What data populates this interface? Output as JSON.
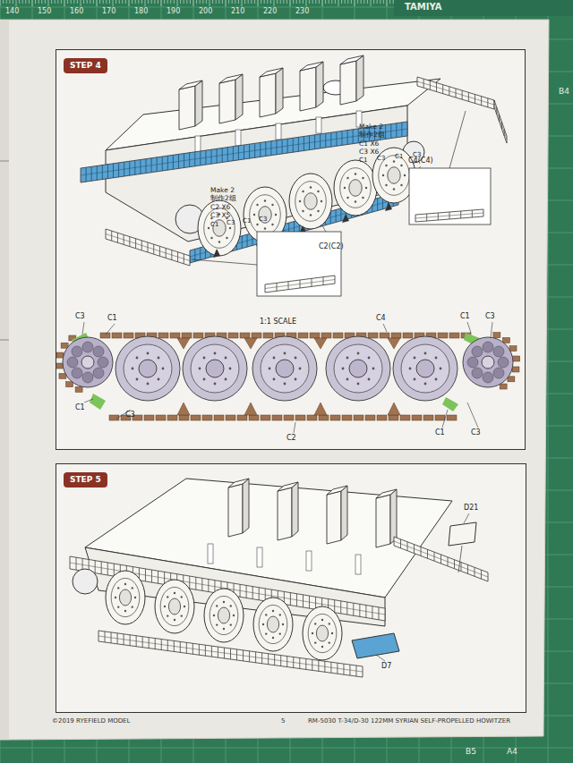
{
  "diagram": {
    "nodes": [
      {
        "text": [
          "STEP 4"
        ]
      },
      {
        "text": [
          "Make 2",
          "制作2组",
          "C1 X6",
          "C3 X6",
          "C1",
          "C3",
          "C1",
          "C3"
        ],
        "in": 0
      },
      {
        "text": [
          "Make 2",
          "制作2组",
          "C2 X6",
          "C3 X5",
          "C1",
          "C3",
          "C1",
          "C3"
        ],
        "in": 0
      },
      {
        "text": [
          "STEP 5"
        ]
      }
    ],
    "labels": [
      "C4(C4)",
      "C2(C2)",
      "1:1 SCALE",
      "C3",
      "C1",
      "C4",
      "C1",
      "C3",
      "C1",
      "C3",
      "C2",
      "C1",
      "C3",
      "D21",
      "D7",
      "©2019 RYEFIELD MODEL",
      "5",
      "RM-5030 T-34/D-30 122MM SYRIAN SELF-PROPELLED HOWITZER",
      "140",
      "150",
      "160",
      "170",
      "180",
      "190",
      "200",
      "210",
      "220",
      "230",
      "TAMIYA",
      "B4",
      "B5",
      "A4"
    ]
  }
}
